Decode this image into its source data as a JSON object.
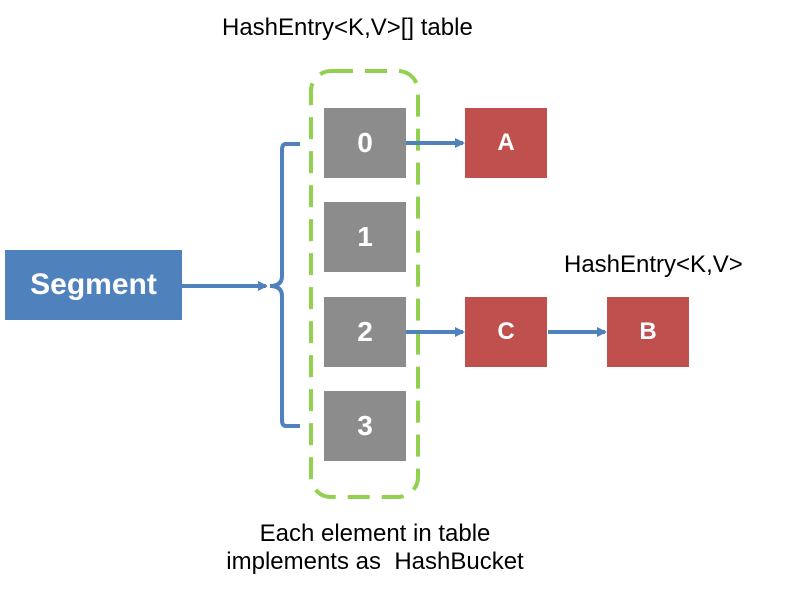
{
  "title": "HashEntry<K,V>[] table",
  "entry_label": "HashEntry<K,V>",
  "caption": {
    "line1": "Each element in table",
    "line2": "implements as  HashBucket"
  },
  "segment": {
    "label": "Segment"
  },
  "table_slots": [
    {
      "label": "0"
    },
    {
      "label": "1"
    },
    {
      "label": "2"
    },
    {
      "label": "3"
    }
  ],
  "entries": {
    "a": {
      "label": "A"
    },
    "c": {
      "label": "C"
    },
    "b": {
      "label": "B"
    }
  },
  "colors": {
    "segment": "#4f81bd",
    "slot": "#8c8c8c",
    "entry": "#c0504d",
    "arrow": "#4f81bd",
    "table_outline": "#92d050"
  }
}
